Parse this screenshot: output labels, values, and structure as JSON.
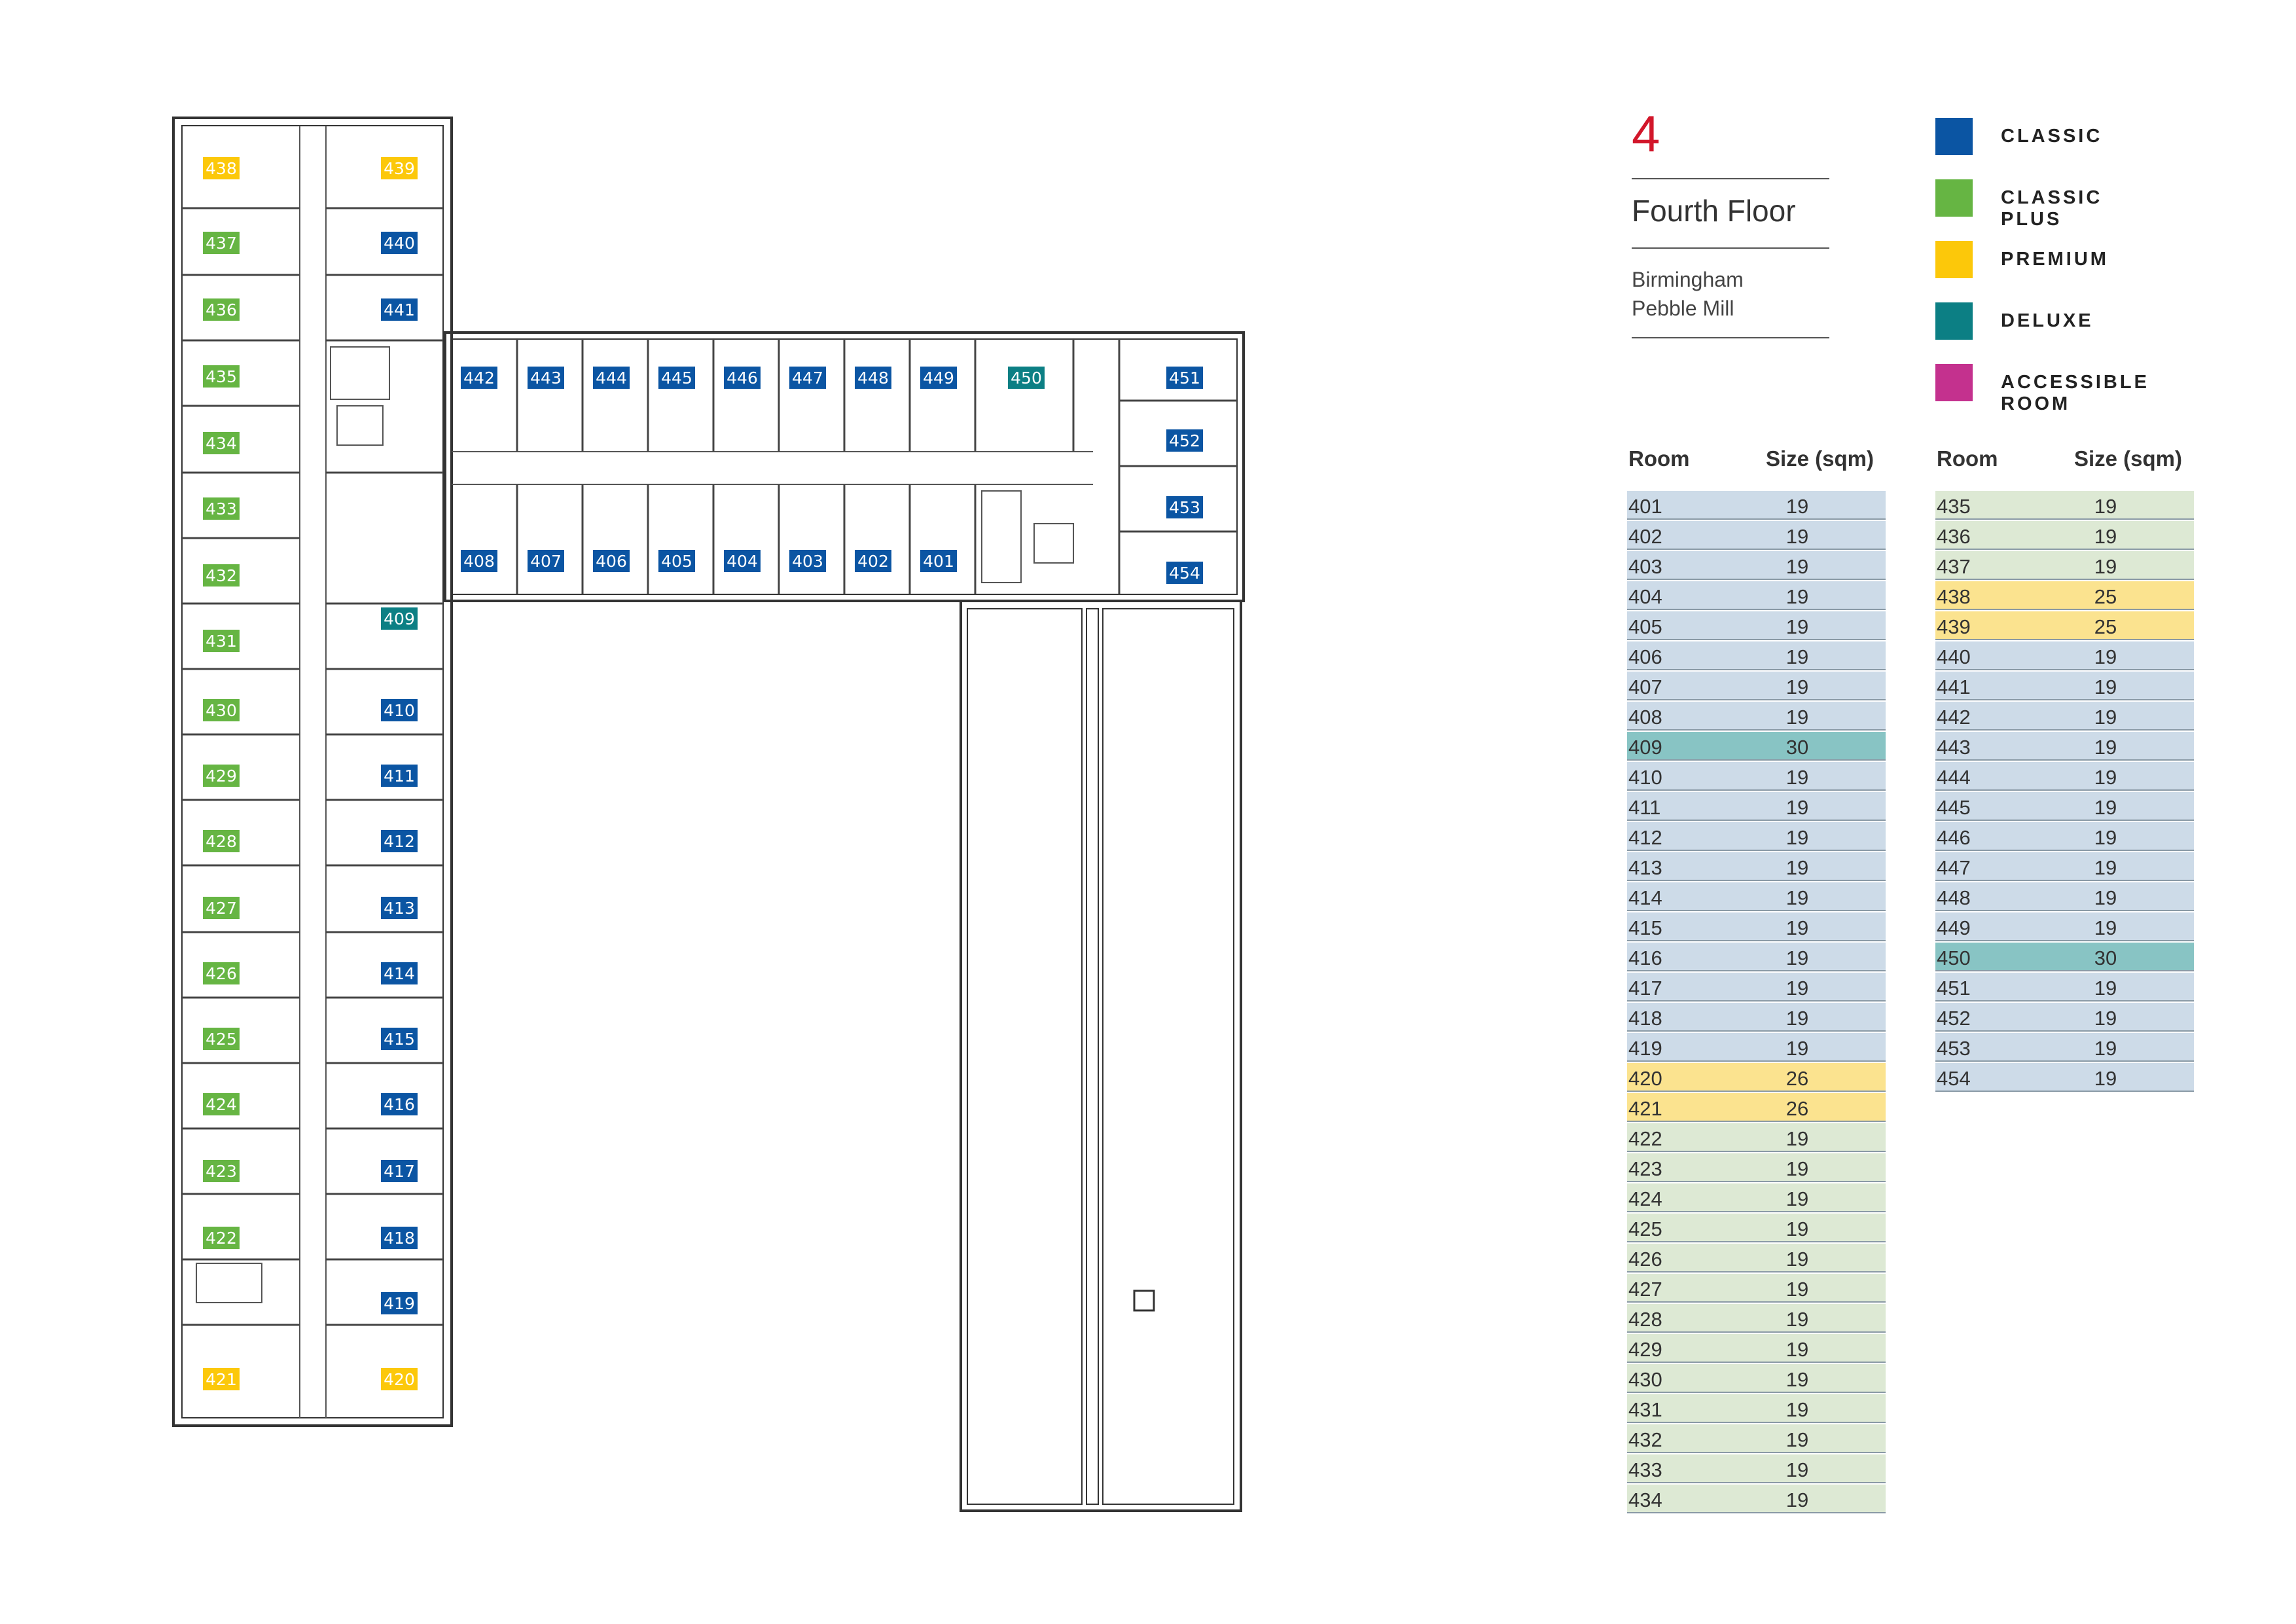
{
  "floor": {
    "number": "4",
    "name": "Fourth Floor",
    "location_line1": "Birmingham",
    "location_line2": "Pebble Mill"
  },
  "legend": [
    {
      "label": "CLASSIC",
      "color": "#0b55a3"
    },
    {
      "label": "CLASSIC PLUS",
      "color": "#66b543"
    },
    {
      "label": "PREMIUM",
      "color": "#fcc80a"
    },
    {
      "label": "DELUXE",
      "color": "#0c7f84"
    },
    {
      "label": "ACCESSIBLE ROOM",
      "color": "#c4318e"
    }
  ],
  "table_colors": {
    "classic": "#cddbe8",
    "classic_plus": "#dde9d4",
    "premium": "#fbe38f",
    "deluxe": "#88c4c4"
  },
  "tables": [
    {
      "header_room": "Room",
      "header_size": "Size (sqm)",
      "rows": [
        {
          "room": "401",
          "size": "19",
          "type": "classic"
        },
        {
          "room": "402",
          "size": "19",
          "type": "classic"
        },
        {
          "room": "403",
          "size": "19",
          "type": "classic"
        },
        {
          "room": "404",
          "size": "19",
          "type": "classic"
        },
        {
          "room": "405",
          "size": "19",
          "type": "classic"
        },
        {
          "room": "406",
          "size": "19",
          "type": "classic"
        },
        {
          "room": "407",
          "size": "19",
          "type": "classic"
        },
        {
          "room": "408",
          "size": "19",
          "type": "classic"
        },
        {
          "room": "409",
          "size": "30",
          "type": "deluxe"
        },
        {
          "room": "410",
          "size": "19",
          "type": "classic"
        },
        {
          "room": "411",
          "size": "19",
          "type": "classic"
        },
        {
          "room": "412",
          "size": "19",
          "type": "classic"
        },
        {
          "room": "413",
          "size": "19",
          "type": "classic"
        },
        {
          "room": "414",
          "size": "19",
          "type": "classic"
        },
        {
          "room": "415",
          "size": "19",
          "type": "classic"
        },
        {
          "room": "416",
          "size": "19",
          "type": "classic"
        },
        {
          "room": "417",
          "size": "19",
          "type": "classic"
        },
        {
          "room": "418",
          "size": "19",
          "type": "classic"
        },
        {
          "room": "419",
          "size": "19",
          "type": "classic"
        },
        {
          "room": "420",
          "size": "26",
          "type": "premium"
        },
        {
          "room": "421",
          "size": "26",
          "type": "premium"
        },
        {
          "room": "422",
          "size": "19",
          "type": "classic_plus"
        },
        {
          "room": "423",
          "size": "19",
          "type": "classic_plus"
        },
        {
          "room": "424",
          "size": "19",
          "type": "classic_plus"
        },
        {
          "room": "425",
          "size": "19",
          "type": "classic_plus"
        },
        {
          "room": "426",
          "size": "19",
          "type": "classic_plus"
        },
        {
          "room": "427",
          "size": "19",
          "type": "classic_plus"
        },
        {
          "room": "428",
          "size": "19",
          "type": "classic_plus"
        },
        {
          "room": "429",
          "size": "19",
          "type": "classic_plus"
        },
        {
          "room": "430",
          "size": "19",
          "type": "classic_plus"
        },
        {
          "room": "431",
          "size": "19",
          "type": "classic_plus"
        },
        {
          "room": "432",
          "size": "19",
          "type": "classic_plus"
        },
        {
          "room": "433",
          "size": "19",
          "type": "classic_plus"
        },
        {
          "room": "434",
          "size": "19",
          "type": "classic_plus"
        }
      ]
    },
    {
      "header_room": "Room",
      "header_size": "Size (sqm)",
      "rows": [
        {
          "room": "435",
          "size": "19",
          "type": "classic_plus"
        },
        {
          "room": "436",
          "size": "19",
          "type": "classic_plus"
        },
        {
          "room": "437",
          "size": "19",
          "type": "classic_plus"
        },
        {
          "room": "438",
          "size": "25",
          "type": "premium"
        },
        {
          "room": "439",
          "size": "25",
          "type": "premium"
        },
        {
          "room": "440",
          "size": "19",
          "type": "classic"
        },
        {
          "room": "441",
          "size": "19",
          "type": "classic"
        },
        {
          "room": "442",
          "size": "19",
          "type": "classic"
        },
        {
          "room": "443",
          "size": "19",
          "type": "classic"
        },
        {
          "room": "444",
          "size": "19",
          "type": "classic"
        },
        {
          "room": "445",
          "size": "19",
          "type": "classic"
        },
        {
          "room": "446",
          "size": "19",
          "type": "classic"
        },
        {
          "room": "447",
          "size": "19",
          "type": "classic"
        },
        {
          "room": "448",
          "size": "19",
          "type": "classic"
        },
        {
          "room": "449",
          "size": "19",
          "type": "classic"
        },
        {
          "room": "450",
          "size": "30",
          "type": "deluxe"
        },
        {
          "room": "451",
          "size": "19",
          "type": "classic"
        },
        {
          "room": "452",
          "size": "19",
          "type": "classic"
        },
        {
          "room": "453",
          "size": "19",
          "type": "classic"
        },
        {
          "room": "454",
          "size": "19",
          "type": "classic"
        }
      ]
    }
  ],
  "plan_labels": {
    "r438": "438",
    "r439": "439",
    "r437": "437",
    "r440": "440",
    "r436": "436",
    "r441": "441",
    "r435": "435",
    "r434": "434",
    "r433": "433",
    "r432": "432",
    "r431": "431",
    "r409": "409",
    "r430": "430",
    "r410": "410",
    "r429": "429",
    "r411": "411",
    "r428": "428",
    "r412": "412",
    "r427": "427",
    "r413": "413",
    "r426": "426",
    "r414": "414",
    "r425": "425",
    "r415": "415",
    "r424": "424",
    "r416": "416",
    "r423": "423",
    "r417": "417",
    "r422": "422",
    "r418": "418",
    "r419": "419",
    "r421": "421",
    "r420": "420",
    "r442": "442",
    "r443": "443",
    "r444": "444",
    "r445": "445",
    "r446": "446",
    "r447": "447",
    "r448": "448",
    "r449": "449",
    "r450": "450",
    "r451": "451",
    "r452": "452",
    "r453": "453",
    "r454": "454",
    "r408": "408",
    "r407": "407",
    "r406": "406",
    "r405": "405",
    "r404": "404",
    "r403": "403",
    "r402": "402",
    "r401": "401"
  }
}
